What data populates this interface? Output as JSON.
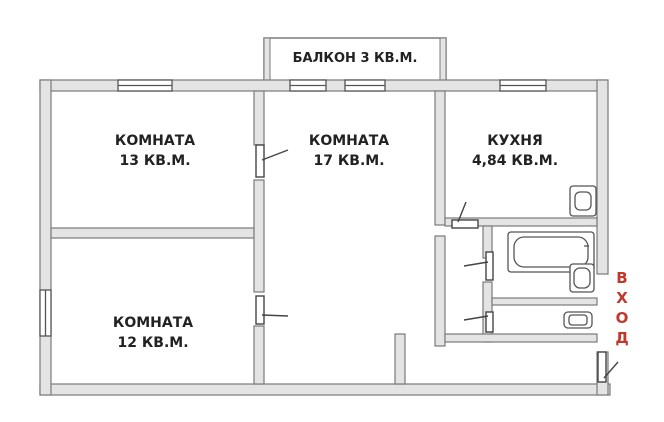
{
  "colors": {
    "wall_fill": "#e4e4e4",
    "wall_stroke": "#7a7a7a",
    "line": "#555555",
    "entry_text": "#c0392b"
  },
  "rooms": [
    {
      "name": "КОМНАТА",
      "area": "13 КВ.М."
    },
    {
      "name": "КОМНАТА",
      "area": "17 КВ.М."
    },
    {
      "name": "КУХНЯ",
      "area": "4,84 КВ.М."
    },
    {
      "name": "КОМНАТА",
      "area": "12 КВ.М."
    }
  ],
  "balcony": {
    "label": "БАЛКОН 3 КВ.М."
  },
  "entrance": {
    "letters": [
      "В",
      "Х",
      "О",
      "Д"
    ]
  },
  "fixtures": [
    "bathtub-icon",
    "sink-icon",
    "toilet-icon",
    "kitchen-sink-icon"
  ]
}
